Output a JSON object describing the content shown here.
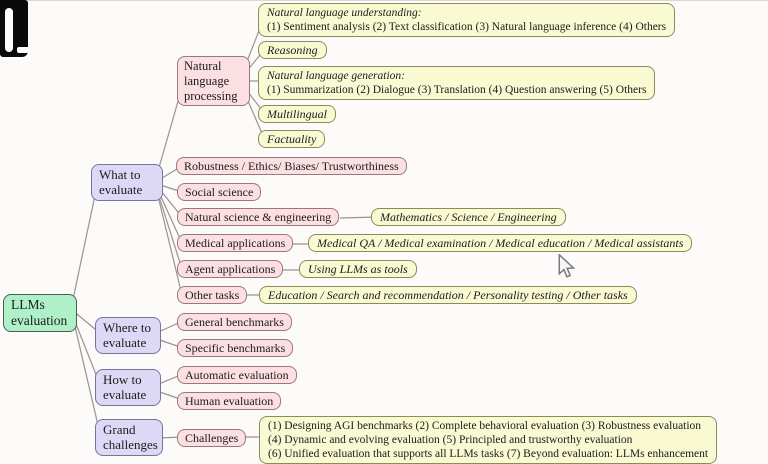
{
  "diagram": {
    "root": {
      "label": "LLMs evaluation"
    },
    "branches": {
      "what": {
        "label": "What to evaluate"
      },
      "where": {
        "label": "Where to evaluate"
      },
      "how": {
        "label": "How to evaluate"
      },
      "grand": {
        "label": "Grand challenges"
      }
    },
    "categories": {
      "nlp": {
        "label": "Natural language processing"
      },
      "robustness": {
        "label": "Robustness / Ethics/ Biases/ Trustworthiness"
      },
      "social": {
        "label": "Social science"
      },
      "natsci": {
        "label": "Natural science & engineering"
      },
      "medical": {
        "label": "Medical applications"
      },
      "agent": {
        "label": "Agent applications"
      },
      "other": {
        "label": "Other tasks"
      },
      "general": {
        "label": "General benchmarks"
      },
      "specific": {
        "label": "Specific benchmarks"
      },
      "automatic": {
        "label": "Automatic evaluation"
      },
      "human": {
        "label": "Human evaluation"
      },
      "challenges": {
        "label": "Challenges"
      }
    },
    "leaves": {
      "nlu": {
        "title": "Natural language understanding:",
        "body": "(1) Sentiment analysis (2) Text classification (3) Natural language inference (4) Others"
      },
      "reasoning": {
        "label": "Reasoning"
      },
      "nlg": {
        "title": "Natural language generation:",
        "body": "(1) Summarization (2) Dialogue (3) Translation (4) Question answering (5) Others"
      },
      "multilingual": {
        "label": "Multilingual"
      },
      "factuality": {
        "label": "Factuality"
      },
      "math": {
        "label": "Mathematics / Science / Engineering"
      },
      "medqa": {
        "label": "Medical QA / Medical examination / Medical education / Medical assistants"
      },
      "tools": {
        "label": "Using LLMs as tools"
      },
      "education": {
        "label": "Education / Search and recommendation / Personality testing / Other tasks"
      },
      "challenge_items": {
        "lines": [
          "(1) Designing AGI benchmarks (2) Complete behavioral evaluation (3) Robustness evaluation",
          "(4) Dynamic and evolving evaluation (5) Principled and trustworthy evaluation",
          "(6) Unified evaluation that supports all LLMs tasks (7) Beyond evaluation: LLMs enhancement"
        ]
      }
    },
    "colors": {
      "root_fill": "#aff0c9",
      "branch_fill": "#dcd8f6",
      "category_fill": "#fcdfe2",
      "leaf_fill": "#f9f9d2",
      "connector": "#8f8888",
      "background": "#fdfafa"
    }
  }
}
